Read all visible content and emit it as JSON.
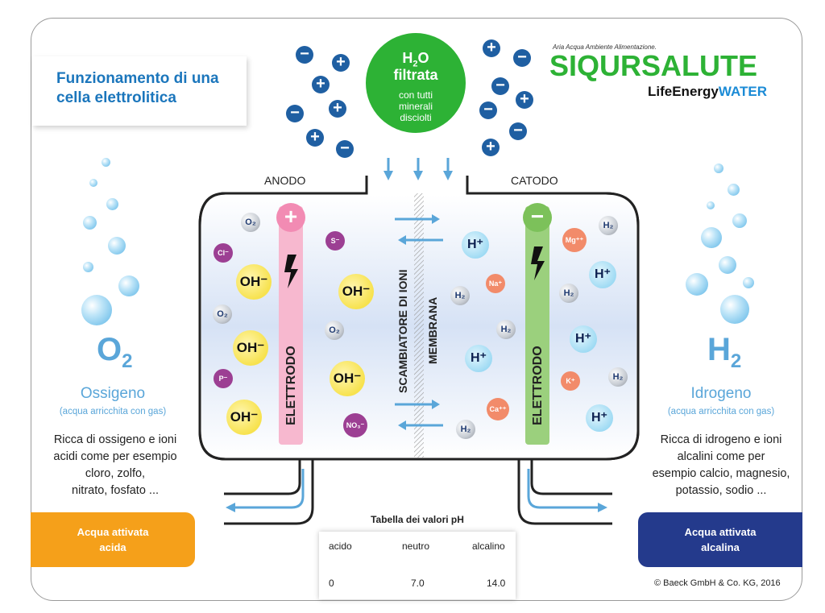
{
  "title": "Funzionamento di una cella elettrolitica",
  "logo": {
    "tagline": "Aria Acqua Ambiente Alimentazione.",
    "brand_part1": "SIQUR",
    "brand_part2": "SALUTE",
    "product_line1": "LifeEnergy",
    "product_line2": "WATER",
    "colors": {
      "green": "#2db235",
      "blue": "#1f5fa2",
      "red": "#e02b20"
    }
  },
  "source_water": {
    "formula": "H",
    "formula_sub": "2",
    "formula_end": "O",
    "line2": "filtrata",
    "line3": "con tutti",
    "line4": "minerali",
    "line5": "disciolti",
    "color": "#2db235"
  },
  "ions": {
    "plus": "+",
    "minus": "−"
  },
  "labels": {
    "anode": "ANODO",
    "cathode": "CATODO",
    "electrode_left": "ELETTRODO",
    "electrode_right": "ELETTRODO",
    "ion_exchanger": "SCAMBIATORE DI IONI",
    "membrane": "MEMBRANA",
    "plus_sign": "+",
    "minus_sign": "−"
  },
  "molecules": {
    "o2": "O₂",
    "h2": "H₂",
    "oh": "OH⁻",
    "h_plus": "H⁺",
    "cl": "Cl⁻",
    "s": "S⁻",
    "p": "P⁻",
    "no3": "NO₃⁻",
    "mg": "Mg⁺⁺",
    "na": "Na⁺",
    "k": "K⁺",
    "ca": "Ca⁺⁺"
  },
  "left_side": {
    "gas": "O",
    "gas_sub": "2",
    "name": "Ossigeno",
    "subtitle": "(acqua arricchita con gas)",
    "desc_1": "Ricca di ossigeno e ioni",
    "desc_2": "acidi come per esempio",
    "desc_3": "cloro, zolfo,",
    "desc_4": "nitrato, fosfato ...",
    "button_line1": "Acqua attivata",
    "button_line2": "acida",
    "button_color": "#f5a01a"
  },
  "right_side": {
    "gas": "H",
    "gas_sub": "2",
    "name": "Idrogeno",
    "subtitle": "(acqua arricchita con gas)",
    "desc_1": "Ricca di idrogeno e ioni",
    "desc_2": "alcalini come per",
    "desc_3": "esempio calcio, magnesio,",
    "desc_4": "potassio, sodio ...",
    "button_line1": "Acqua attivata",
    "button_line2": "alcalina",
    "button_color": "#243a8c"
  },
  "ph_table": {
    "title": "Tabella dei valori pH",
    "acid_label": "acido",
    "neutral_label": "neutro",
    "alkaline_label": "alcalino",
    "min": "0",
    "mid": "7.0",
    "max": "14.0"
  },
  "copyright": "© Baeck GmbH & Co. KG, 2016"
}
